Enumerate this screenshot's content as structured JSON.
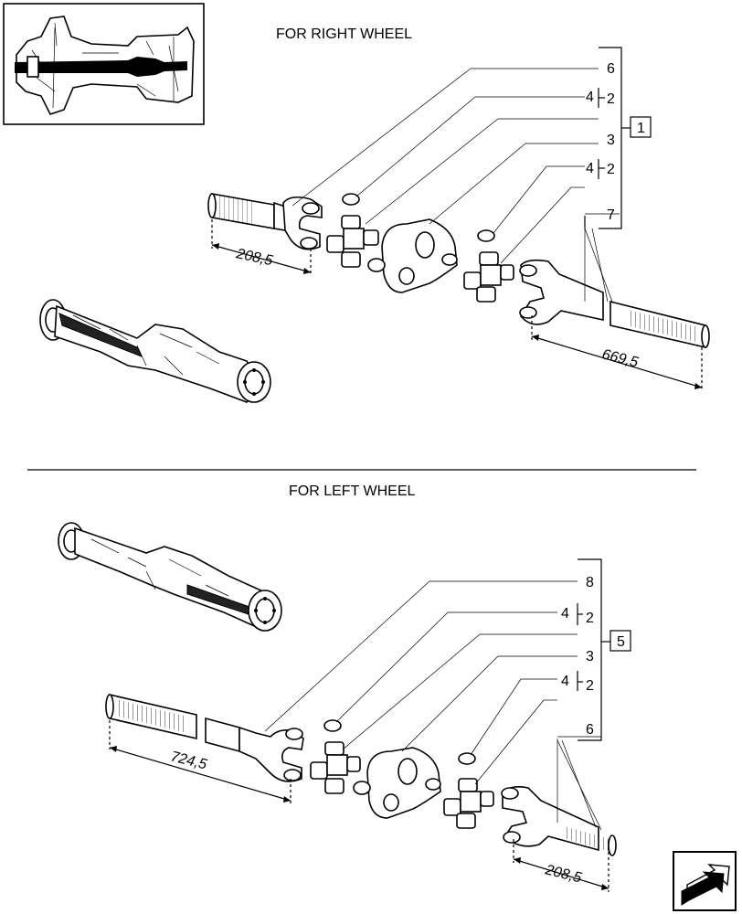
{
  "sections": {
    "right": {
      "heading": "FOR RIGHT WHEEL",
      "group_ref": "1",
      "callouts": [
        "6",
        "4",
        "2",
        "3",
        "4",
        "2",
        "7"
      ],
      "dimensions": [
        "208,5",
        "669,5"
      ]
    },
    "left": {
      "heading": "FOR LEFT WHEEL",
      "group_ref": "5",
      "callouts": [
        "8",
        "4",
        "2",
        "3",
        "4",
        "2",
        "6"
      ],
      "dimensions": [
        "724,5",
        "208,5"
      ]
    }
  },
  "icons": {
    "overview": "axle-section-overview-icon",
    "nav": "next-page-arrow-icon"
  }
}
